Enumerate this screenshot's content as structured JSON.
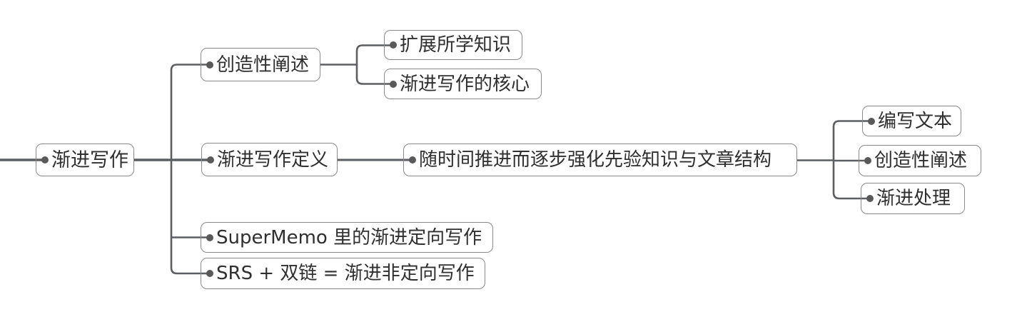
{
  "mindmap": {
    "root": {
      "label": "渐进写作"
    },
    "branches": [
      {
        "label": "创造性阐述",
        "children": [
          {
            "label": "扩展所学知识"
          },
          {
            "label": "渐进写作的核心"
          }
        ]
      },
      {
        "label": "渐进写作定义",
        "children": [
          {
            "label": "随时间推进而逐步强化先验知识与文章结构",
            "children": [
              {
                "label": "编写文本"
              },
              {
                "label": "创造性阐述"
              },
              {
                "label": "渐进处理"
              }
            ]
          }
        ]
      },
      {
        "label": "SuperMemo 里的渐进定向写作"
      },
      {
        "label": "SRS + 双链 = 渐进非定向写作"
      }
    ],
    "colors": {
      "background": "#ffffff",
      "line": "#5b5e63",
      "box_border": "#87898c",
      "text": "#2f2f2f",
      "bullet": "#595959"
    }
  }
}
